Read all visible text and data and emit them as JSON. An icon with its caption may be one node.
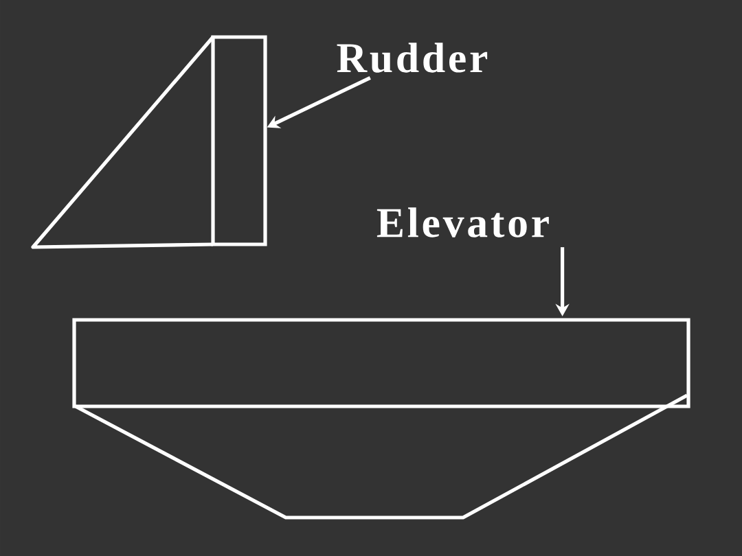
{
  "diagram": {
    "nodes": [
      {
        "text": [
          "Rudder"
        ]
      },
      {
        "text": [],
        "shape": "box"
      },
      {
        "text": [
          "Elevator"
        ]
      },
      {
        "text": [],
        "shape": "box"
      }
    ],
    "edges": [
      {
        "from": 0,
        "to": 1,
        "arrow": "to"
      },
      {
        "from": 2,
        "to": 3,
        "arrow": "to"
      }
    ]
  }
}
